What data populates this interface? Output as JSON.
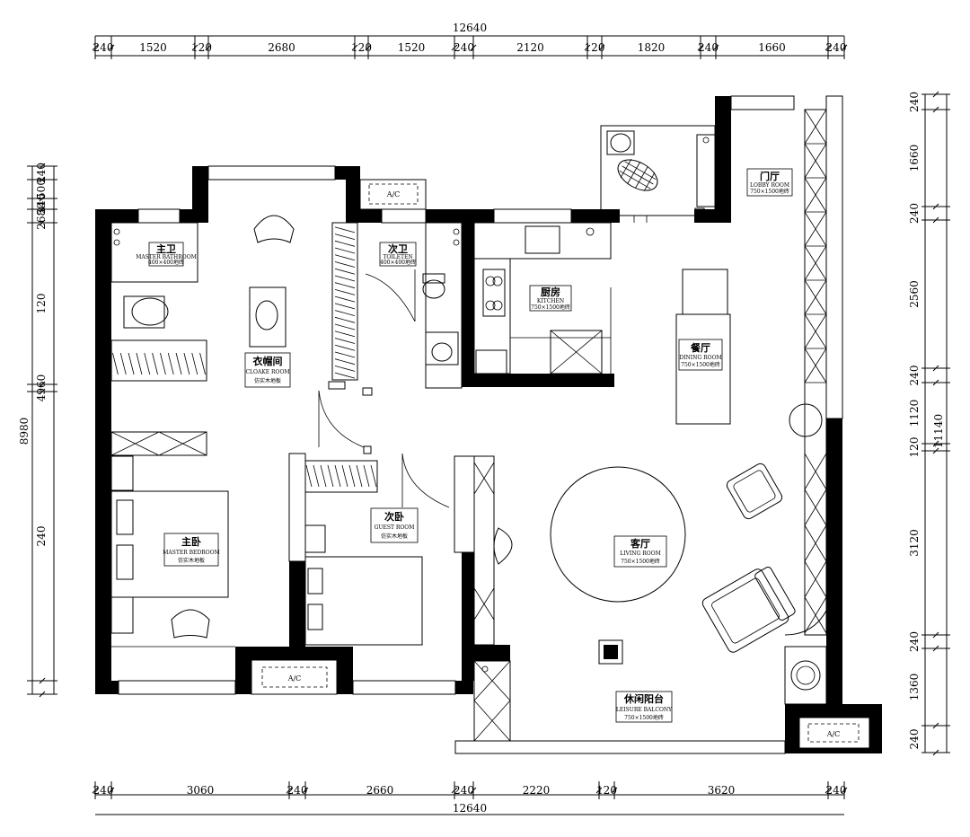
{
  "dimensions": {
    "top_total": "12640",
    "bottom_total": "12640",
    "top_segments": [
      "240",
      "1520",
      "120",
      "2680",
      "120",
      "1520",
      "240",
      "2120",
      "120",
      "1820",
      "240",
      "1660",
      "240"
    ],
    "bottom_segments": [
      "240",
      "3060",
      "240",
      "2660",
      "240",
      "2220",
      "120",
      "3620",
      "240"
    ],
    "left_total": "8980",
    "left_segments": [
      "240",
      "500",
      "240",
      "2680",
      "120",
      "4960",
      "240"
    ],
    "right_total": "11140",
    "right_segments": [
      "240",
      "1660",
      "240",
      "2560",
      "240",
      "1120",
      "120",
      "3120",
      "240",
      "1360",
      "240"
    ]
  },
  "rooms": [
    {
      "key": "master_bath",
      "cn": "主卫",
      "en": "MASTER BATHROOM",
      "floor": "400×400地砖"
    },
    {
      "key": "guest_bath",
      "cn": "次卫",
      "en": "TOILETEN",
      "floor": "400×400地砖"
    },
    {
      "key": "kitchen",
      "cn": "厨房",
      "en": "KITCHEN",
      "floor": "750×1500地砖"
    },
    {
      "key": "lobby",
      "cn": "门厅",
      "en": "LOBBY ROOM",
      "floor": "750×1500地砖"
    },
    {
      "key": "cloak",
      "cn": "衣帽间",
      "en": "CLOAKE ROOM",
      "floor": "仿实木地板"
    },
    {
      "key": "dining",
      "cn": "餐厅",
      "en": "DINING ROOM",
      "floor": "750×1500地砖"
    },
    {
      "key": "master_bed",
      "cn": "主卧",
      "en": "MASTER BEDROOM",
      "floor": "仿实木地板"
    },
    {
      "key": "guest_bed",
      "cn": "次卧",
      "en": "GUEST ROOM",
      "floor": "仿实木地板"
    },
    {
      "key": "living",
      "cn": "客厅",
      "en": "LIVING ROOM",
      "floor": "750×1500地砖"
    },
    {
      "key": "balcony",
      "cn": "休闲阳台",
      "en": "LEISURE BALCONY",
      "floor": "750×1500地砖"
    }
  ],
  "ac_label": "A/C"
}
